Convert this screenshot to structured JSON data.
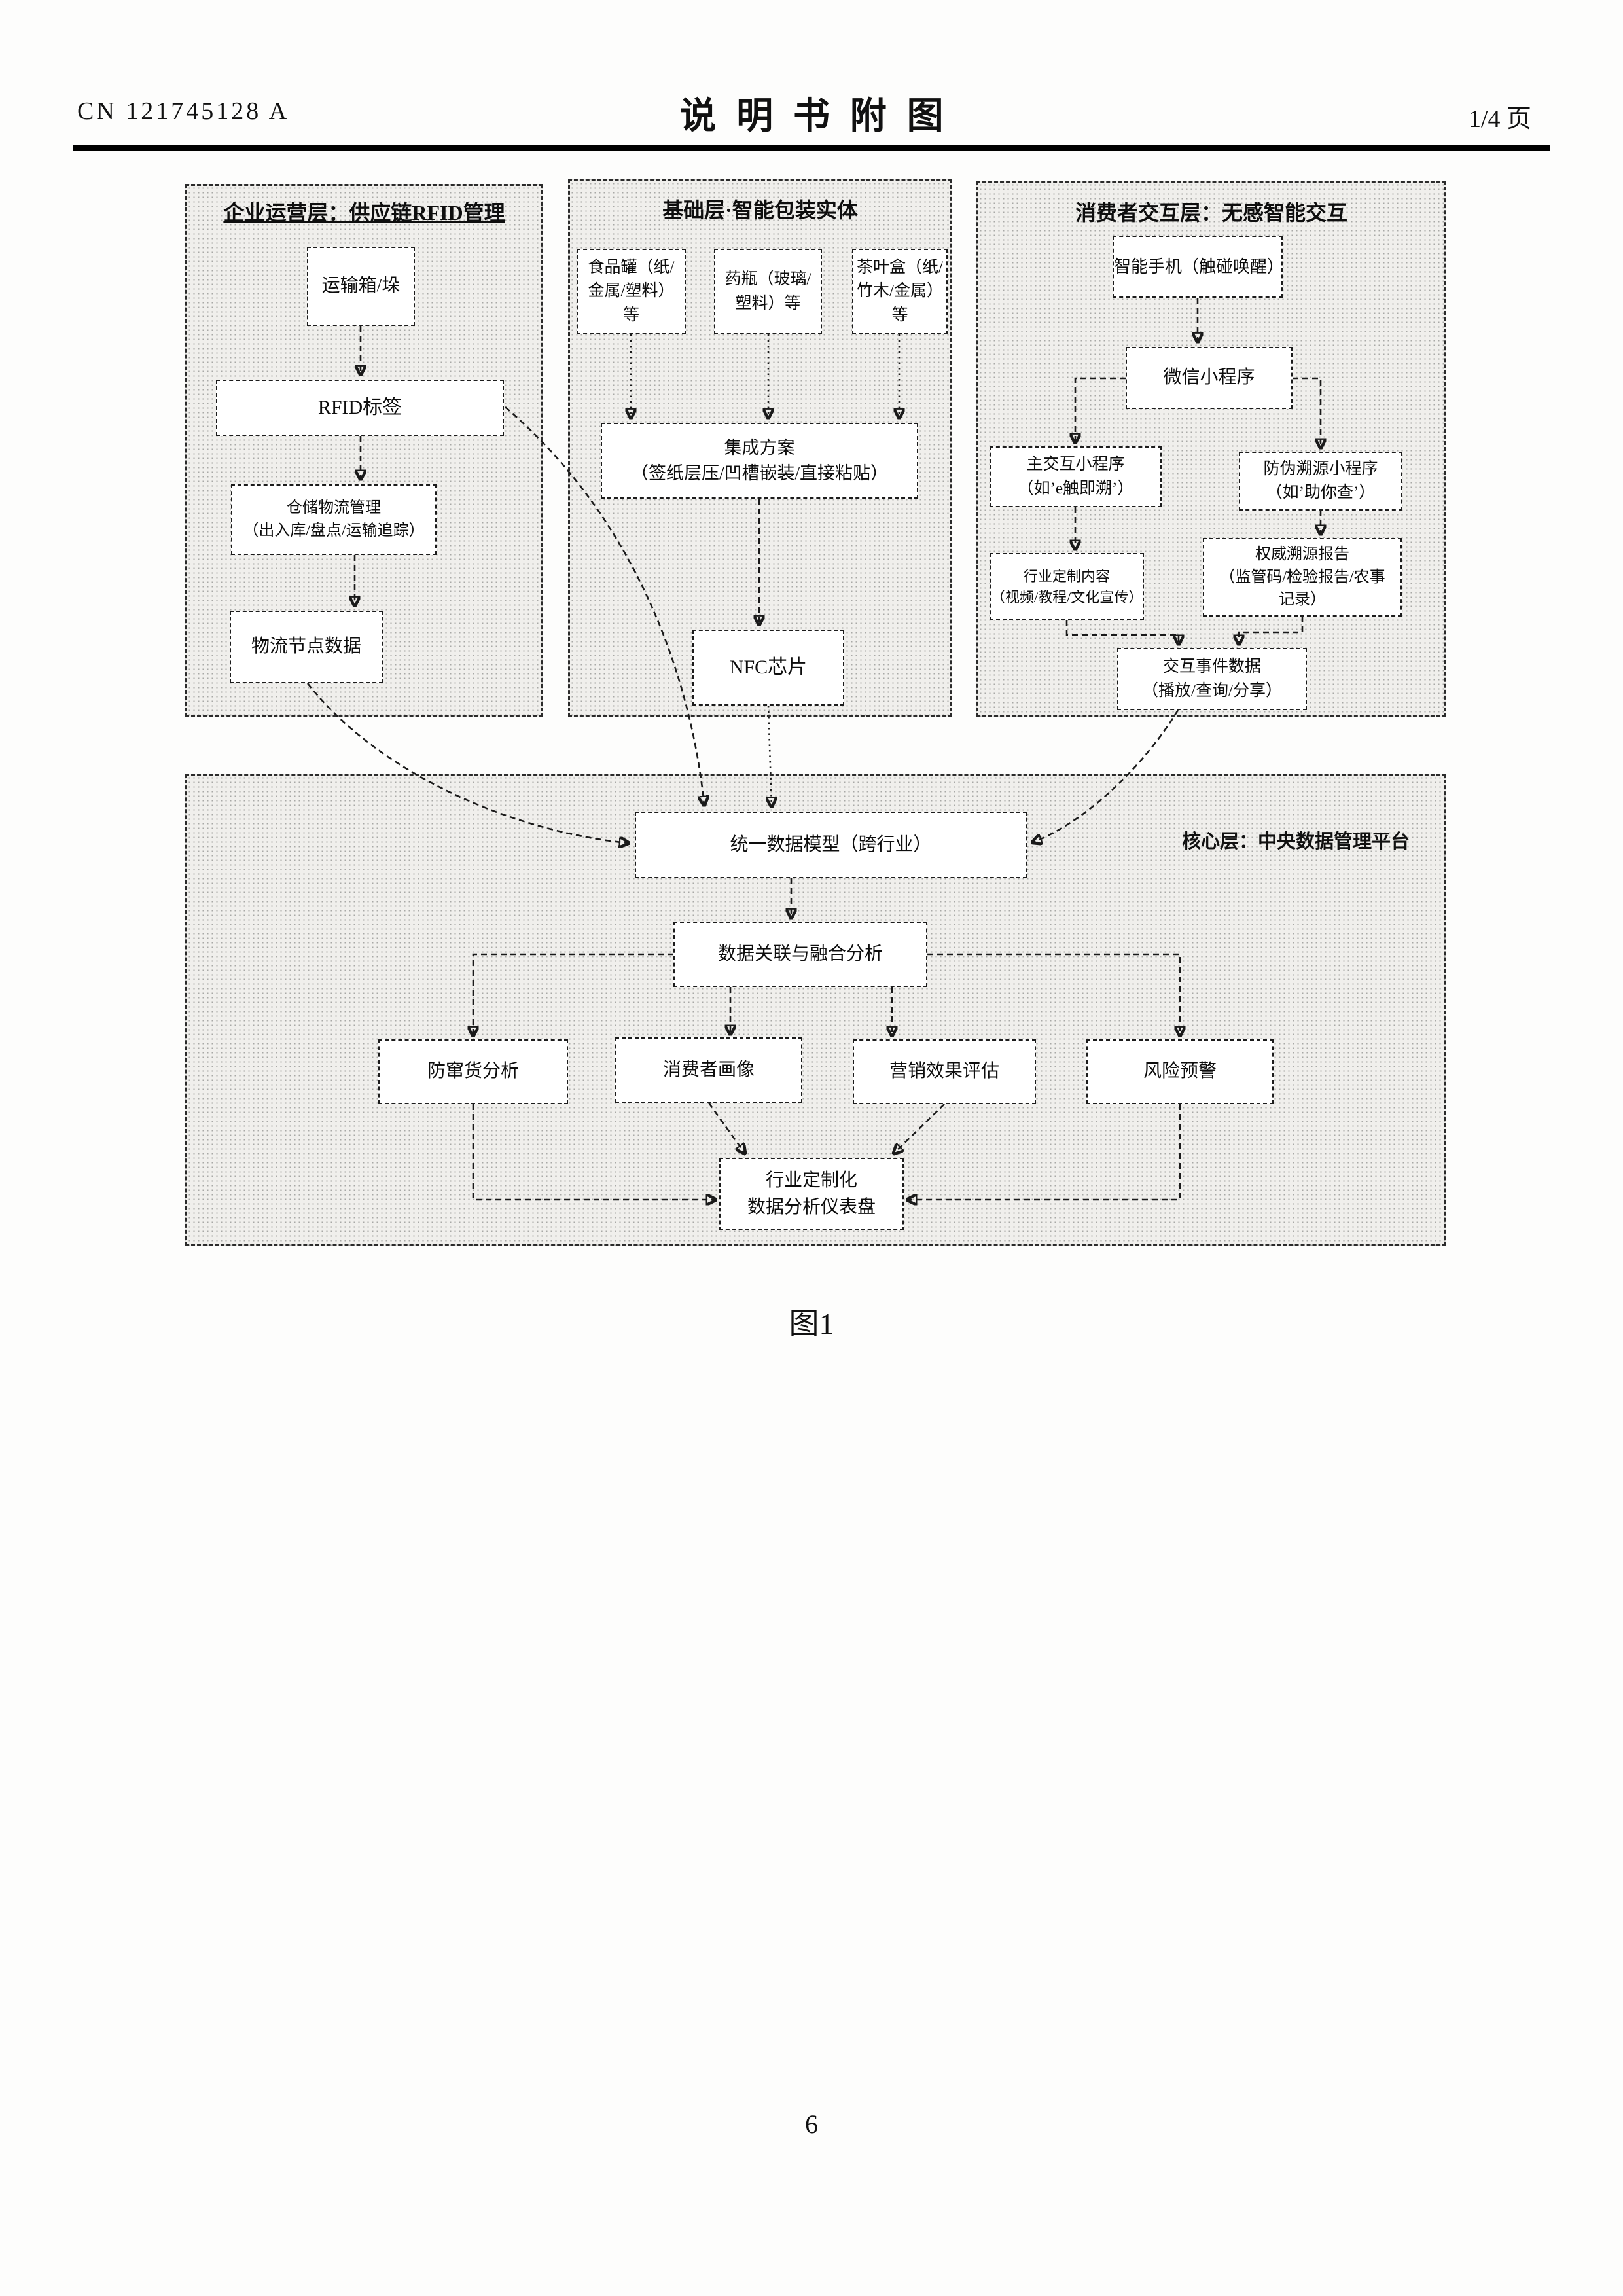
{
  "header": {
    "doc_number": "CN 121745128 A",
    "title": "说明书附图",
    "page_indicator": "1/4 页"
  },
  "panels": {
    "enterprise": {
      "title": "企业运营层：供应链RFID管理"
    },
    "base": {
      "title": "基础层·智能包装实体"
    },
    "consumer": {
      "title": "消费者交互层：无感智能交互"
    },
    "core": {
      "title": "核心层：中央数据管理平台"
    }
  },
  "nodes": {
    "transport_box": "运输箱/垛",
    "rfid_tag": "RFID标签",
    "warehouse_logistics": "仓储物流管理\n（出入库/盘点/运输追踪）",
    "logistics_node_data": "物流节点数据",
    "food_can": "食品罐（纸/\n金属/塑料）\n等",
    "medicine_bottle": "药瓶（玻璃/\n塑料）等",
    "tea_box": "茶叶盒（纸/\n竹木/金属）\n等",
    "integration_scheme": "集成方案\n（签纸层压/凹槽嵌装/直接粘贴）",
    "nfc_chip": "NFC芯片",
    "smartphone": "智能手机（触碰唤醒）",
    "wechat_mini_program": "微信小程序",
    "main_interaction_mp": "主交互小程序\n（如’e触即溯’）",
    "anti_fake_trace_mp": "防伪溯源小程序\n（如’助你查’）",
    "industry_custom_content": "行业定制内容\n（视频/教程/文化宣传）",
    "authority_trace_report": "权威溯源报告\n（监管码/检验报告/农事\n记录）",
    "interaction_event_data": "交互事件数据\n（播放/查询/分享）",
    "unified_data_model": "统一数据模型（跨行业）",
    "data_fusion_analysis": "数据关联与融合分析",
    "anti_diversion_analysis": "防窜货分析",
    "consumer_profile": "消费者画像",
    "marketing_effect_eval": "营销效果评估",
    "risk_warning": "风险预警",
    "industry_dashboard": "行业定制化\n数据分析仪表盘"
  },
  "figure": {
    "caption": "图1"
  },
  "footer": {
    "page_number": "6"
  }
}
